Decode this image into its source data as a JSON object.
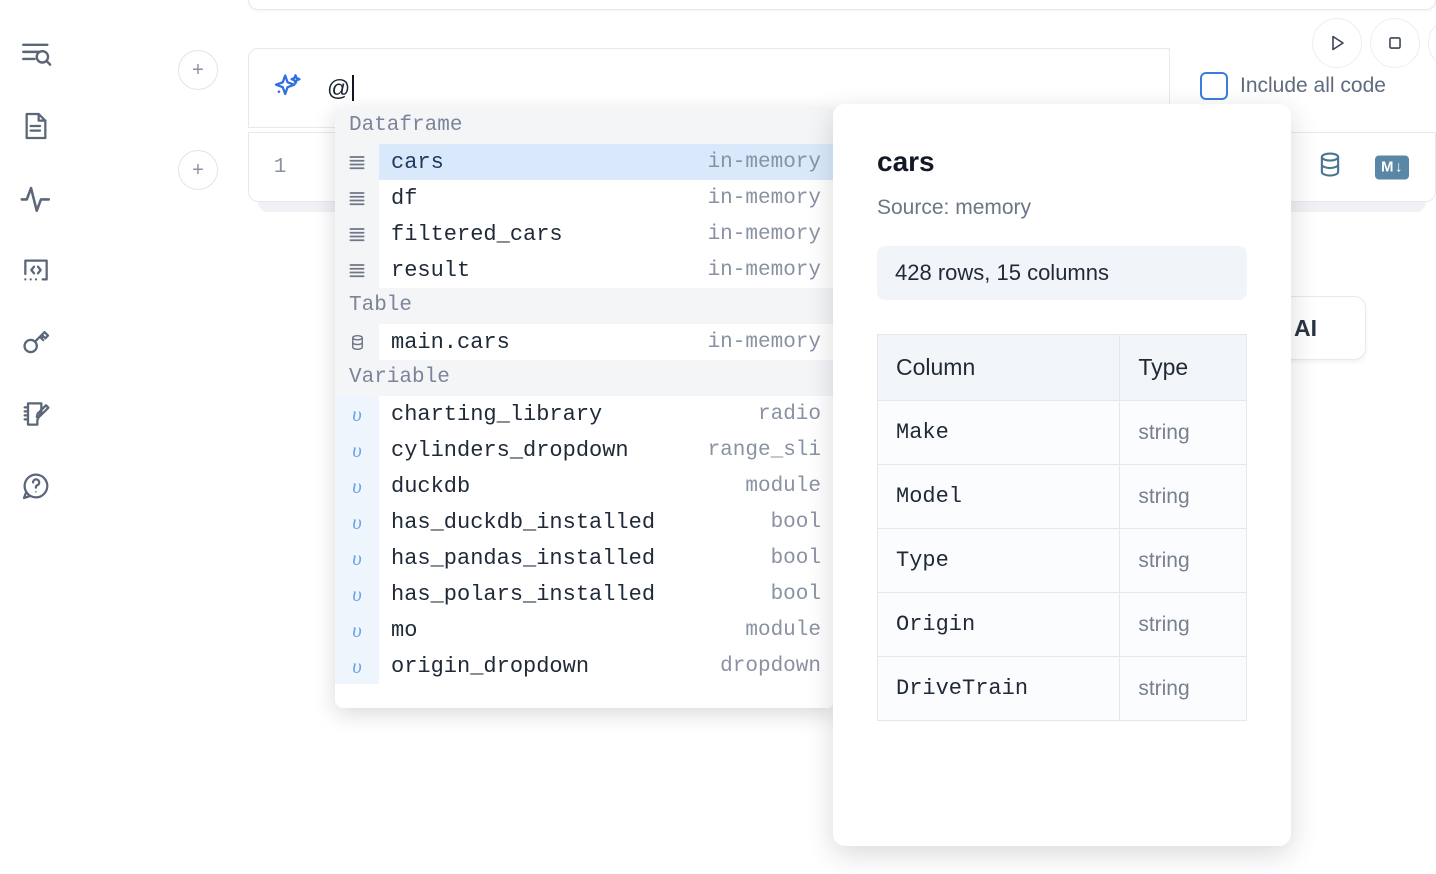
{
  "rail": {
    "items": [
      {
        "name": "file-explorer-search-icon",
        "icon": "list-search"
      },
      {
        "name": "document-icon",
        "icon": "document"
      },
      {
        "name": "activity-pulse-icon",
        "icon": "pulse"
      },
      {
        "name": "code-snippet-icon",
        "icon": "code-brackets"
      },
      {
        "name": "key-icon",
        "icon": "key"
      },
      {
        "name": "notebook-edit-icon",
        "icon": "notebook-pencil"
      },
      {
        "name": "help-icon",
        "icon": "question-chat"
      }
    ]
  },
  "cell": {
    "add_button_label": "+",
    "line_number": "1",
    "database_icon": "database-icon",
    "markdown_badge": "M",
    "markdown_badge_arrow": "↓"
  },
  "ai_prompt": {
    "sparkle_icon": "sparkle-icon",
    "input_value": "@",
    "include_all_code_label": "Include all code",
    "include_all_code_checked": false,
    "run_button_icon": "play-icon",
    "stop_button_icon": "stop-icon",
    "generate_button_label": "h AI"
  },
  "autocomplete": {
    "groups": [
      {
        "label": "Dataframe",
        "icon": "dataframe-rows-icon",
        "kind": "df",
        "items": [
          {
            "name": "cars",
            "type": "in-memory",
            "selected": true
          },
          {
            "name": "df",
            "type": "in-memory",
            "selected": false
          },
          {
            "name": "filtered_cars",
            "type": "in-memory",
            "selected": false
          },
          {
            "name": "result",
            "type": "in-memory",
            "selected": false
          }
        ]
      },
      {
        "label": "Table",
        "icon": "database-icon",
        "kind": "table",
        "items": [
          {
            "name": "main.cars",
            "type": "in-memory",
            "selected": false
          }
        ]
      },
      {
        "label": "Variable",
        "icon": "variable-icon",
        "kind": "var",
        "items": [
          {
            "name": "charting_library",
            "type": "radio",
            "selected": false
          },
          {
            "name": "cylinders_dropdown",
            "type": "range_sli",
            "selected": false
          },
          {
            "name": "duckdb",
            "type": "module",
            "selected": false
          },
          {
            "name": "has_duckdb_installed",
            "type": "bool",
            "selected": false
          },
          {
            "name": "has_pandas_installed",
            "type": "bool",
            "selected": false
          },
          {
            "name": "has_polars_installed",
            "type": "bool",
            "selected": false
          },
          {
            "name": "mo",
            "type": "module",
            "selected": false
          },
          {
            "name": "origin_dropdown",
            "type": "dropdown",
            "selected": false
          }
        ]
      }
    ]
  },
  "preview": {
    "title": "cars",
    "source": "Source: memory",
    "shape": "428 rows, 15 columns",
    "columns_header": "Column",
    "type_header": "Type",
    "rows": [
      {
        "column": "Make",
        "type": "string"
      },
      {
        "column": "Model",
        "type": "string"
      },
      {
        "column": "Type",
        "type": "string"
      },
      {
        "column": "Origin",
        "type": "string"
      },
      {
        "column": "DriveTrain",
        "type": "string"
      }
    ]
  },
  "colors": {
    "accent_blue": "#2f6fe4",
    "selection_blue": "#d9e9fb",
    "group_header_bg": "#f4f5f7",
    "db_icon": "#4a7694"
  }
}
